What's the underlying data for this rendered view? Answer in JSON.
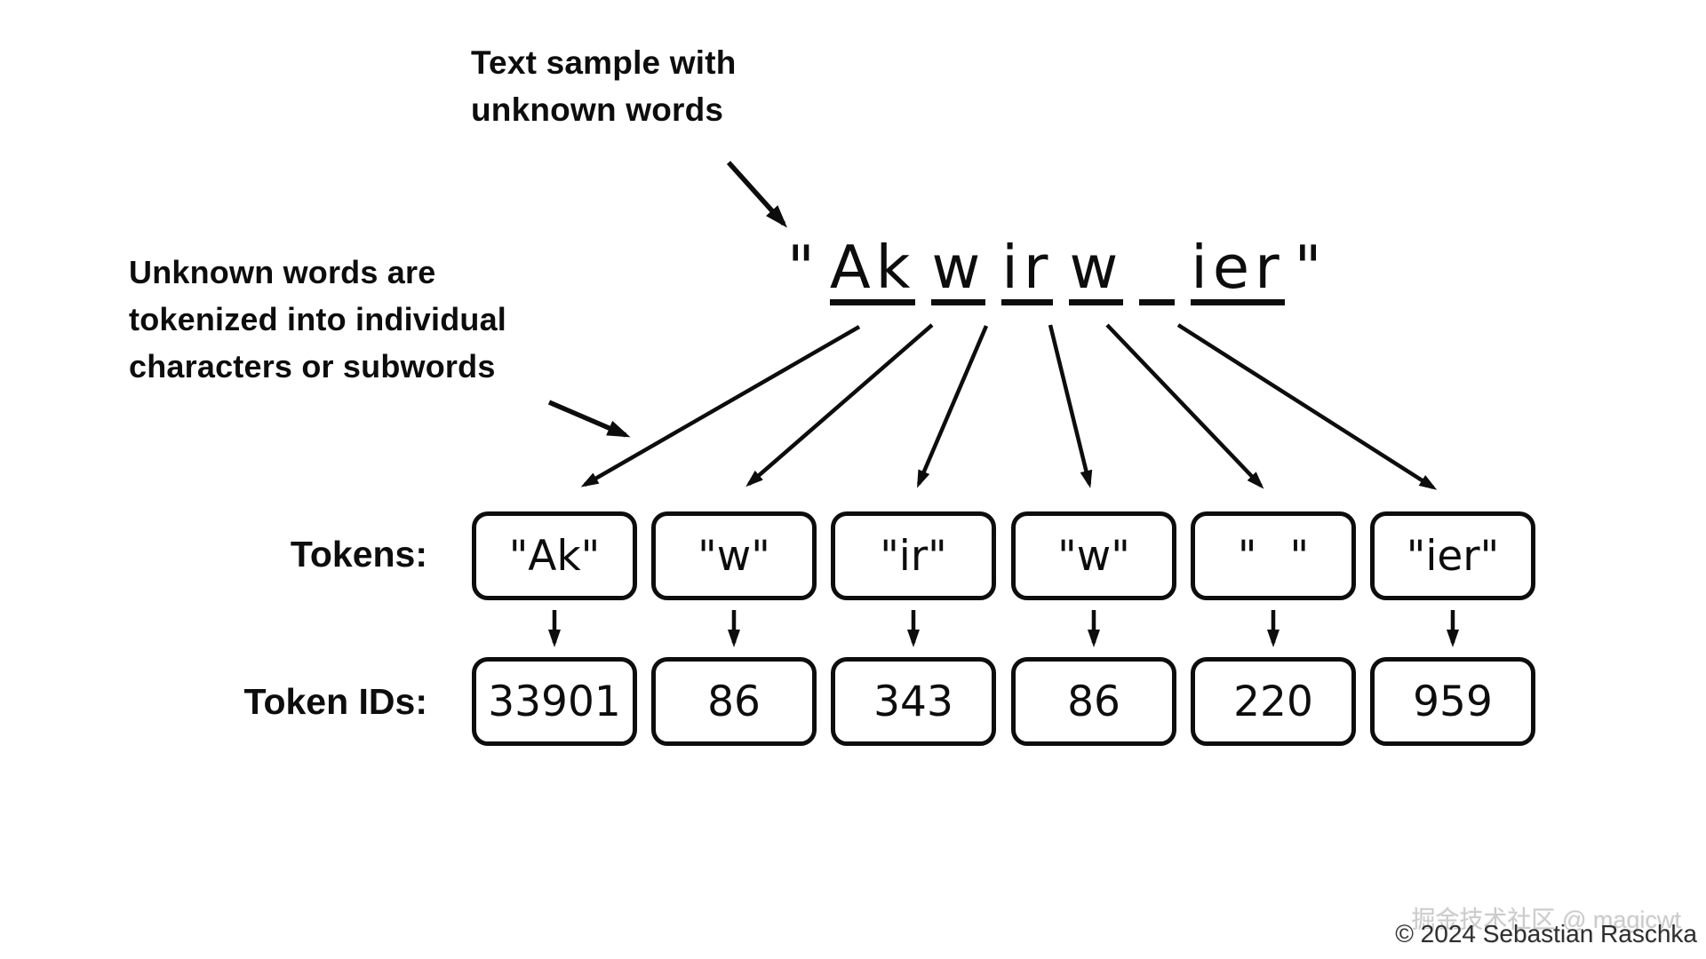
{
  "annotations": {
    "top": {
      "lines": [
        "Text sample with",
        "unknown words"
      ]
    },
    "left": {
      "lines": [
        "Unknown words are",
        "tokenized into individual",
        "characters or subwords"
      ]
    }
  },
  "sample": {
    "open_quote": "\"",
    "close_quote": "\"",
    "segments": [
      "Ak",
      "w",
      "ir",
      "w",
      " ",
      "ier"
    ]
  },
  "labels": {
    "tokens": "Tokens:",
    "token_ids": "Token IDs:"
  },
  "tokens": [
    "\"Ak\"",
    "\"w\"",
    "\"ir\"",
    "\"w\"",
    "\" \"",
    "\"ier\""
  ],
  "token_ids": [
    "33901",
    "86",
    "343",
    "86",
    "220",
    "959"
  ],
  "watermark": {
    "community": "掘金技术社区 @ magicwt",
    "copyright": "© 2024 Sebastian Raschka"
  },
  "colors": {
    "ink": "#0d0d0d",
    "background": "#ffffff",
    "watermark_light": "#cbcbcb",
    "watermark_dark": "#2e2e2e"
  }
}
